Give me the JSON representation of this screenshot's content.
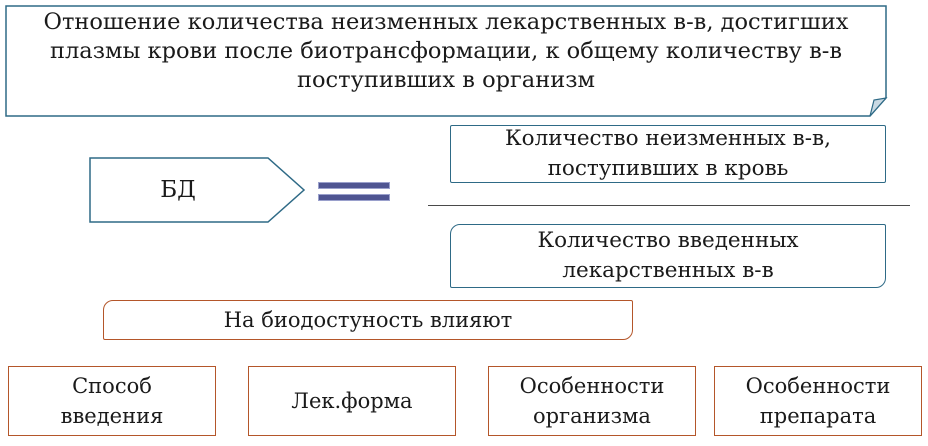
{
  "definition": {
    "lines": [
      "Отношение количества неизменных лекарственных в-в, достигших",
      "плазмы крови после биотрансформации, к общему количеству в-в",
      "поступивших в организм"
    ]
  },
  "formula": {
    "label": "БД",
    "numerator": [
      "Количество неизменных в-в,",
      "поступивших в кровь"
    ],
    "denominator": [
      "Количество введенных",
      "лекарственных в-в"
    ]
  },
  "factors": {
    "header": "На биодостуность влияют",
    "items": [
      [
        "Способ",
        "введения"
      ],
      [
        "Лек.форма"
      ],
      [
        "Особенности",
        "организма"
      ],
      [
        "Особенности",
        "препарата"
      ]
    ]
  },
  "colors": {
    "blue_border": "#2e6a86",
    "orange_border": "#b4562a",
    "equals_fill": "#4f5592"
  }
}
